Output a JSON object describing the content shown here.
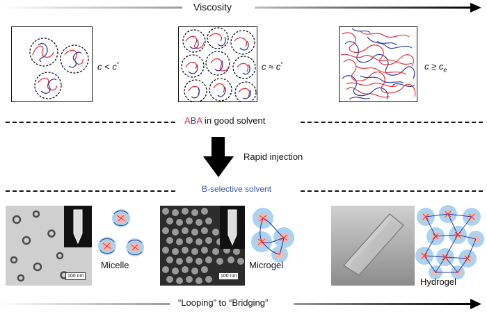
{
  "header": {
    "title": "Viscosity"
  },
  "conc_boxes": [
    {
      "id": "dilute",
      "label_c": "c",
      "label_op": "<",
      "label_sym": "c",
      "label_sup": "*"
    },
    {
      "id": "overlap",
      "label_c": "c",
      "label_op": "≈",
      "label_sym": "c",
      "label_sup": "*"
    },
    {
      "id": "entangled",
      "label_c": "c",
      "label_op": "≥",
      "label_sym": "c",
      "label_sub": "e"
    }
  ],
  "good_solvent": {
    "red_part": "A",
    "blue_part": "B",
    "red_part2": "A",
    "rest": " in good solvent"
  },
  "injection": {
    "label": "Rapid injection"
  },
  "selective": {
    "label": "B-selective solvent"
  },
  "panels": [
    {
      "id": "micelle",
      "label": "Micelle",
      "scale": "100 nm"
    },
    {
      "id": "microgel",
      "label": "Microgel",
      "scale": "100 nm"
    },
    {
      "id": "hydrogel",
      "label": "Hydrogel"
    }
  ],
  "footer": {
    "label": "“Looping” to “Bridging”"
  },
  "colors": {
    "red": "#e8323c",
    "blue": "#2e3d9c",
    "halo": "#a9d3f0",
    "core": "#f6b7ac",
    "accent_blue": "#3b5aa8"
  }
}
